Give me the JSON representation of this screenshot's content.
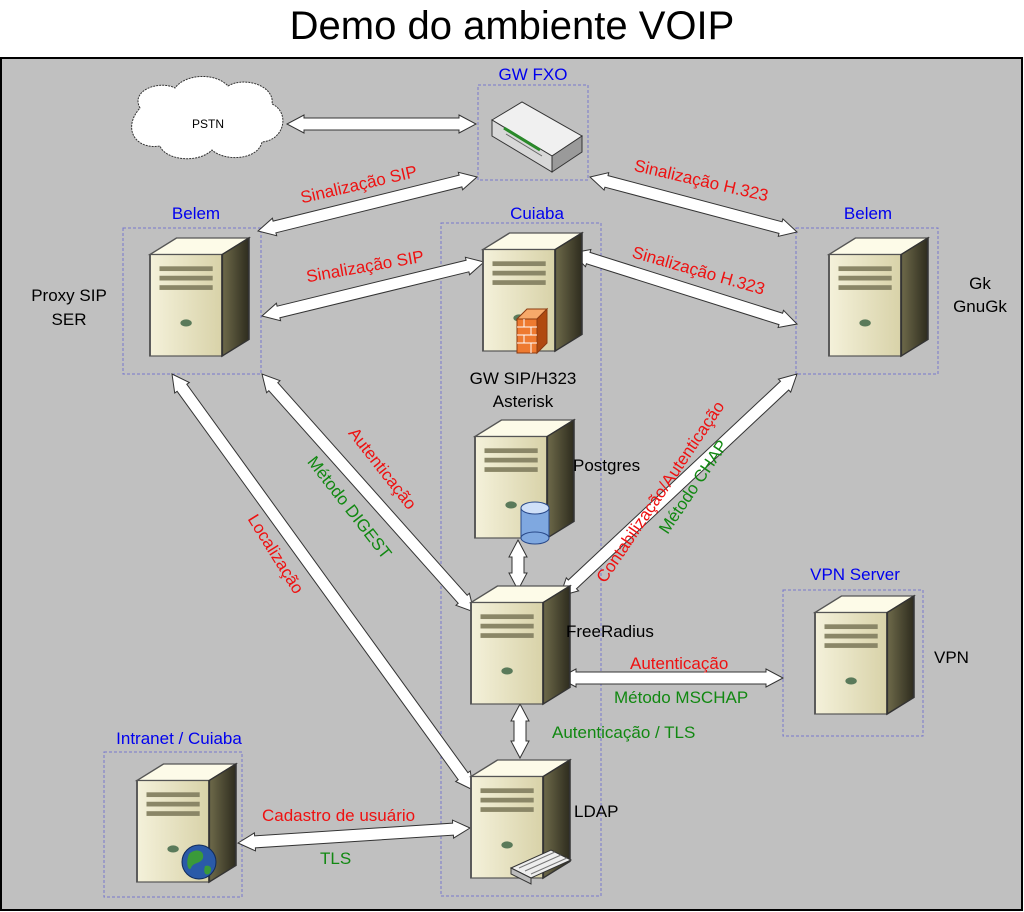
{
  "title": "Demo do ambiente VOIP",
  "groups": {
    "gw_fxo": "GW FXO",
    "belem_left": "Belem",
    "cuiaba": "Cuiaba",
    "belem_right": "Belem",
    "vpn_server": "VPN Server",
    "intranet": "Intranet / Cuiaba"
  },
  "nodes": {
    "pstn": "PSTN",
    "proxy_line1": "Proxy SIP",
    "proxy_line2": "SER",
    "gw_sip_line1": "GW SIP/H323",
    "gw_sip_line2": "Asterisk",
    "gk_line1": "Gk",
    "gk_line2": "GnuGk",
    "postgres": "Postgres",
    "freeradius": "FreeRadius",
    "vpn": "VPN",
    "ldap": "LDAP"
  },
  "edges": {
    "sip_fxo": "Sinalização SIP",
    "h323_fxo": "Sinalização H.323",
    "sip_gw": "Sinalização SIP",
    "h323_gw": "Sinalização H.323",
    "autenticacao_proxy": "Autenticação",
    "metodo_digest": "Método DIGEST",
    "localizacao": "Localização",
    "contabilizacao": "Contabilização/Autenticação",
    "metodo_chap": "Método CHAP",
    "autenticacao_vpn": "Autenticação",
    "metodo_mschap": "Método MSCHAP",
    "autenticacao_tls": "Autenticação / TLS",
    "cadastro": "Cadastro de usuário",
    "tls": "TLS"
  },
  "colors": {
    "background": "#c0c0c0",
    "group_label": "#0000ee",
    "red_label": "#ee1111",
    "green_label": "#118811",
    "group_border": "#7777cc"
  }
}
